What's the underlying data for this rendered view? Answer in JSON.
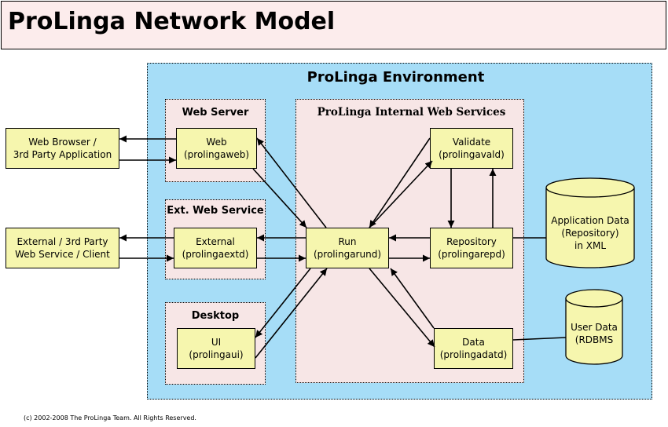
{
  "title": "ProLinga Network Model",
  "environment": {
    "title": "ProLinga Environment"
  },
  "groups": {
    "web_server": {
      "title": "Web Server"
    },
    "ext_web_service": {
      "title": "Ext. Web Service"
    },
    "desktop": {
      "title": "Desktop"
    },
    "internal": {
      "title": "ProLinga Internal Web Services"
    }
  },
  "nodes": {
    "web_browser": {
      "line1": "Web Browser /",
      "line2": "3rd Party Application"
    },
    "external_client": {
      "line1": "External / 3rd Party",
      "line2": "Web Service / Client"
    },
    "web": {
      "line1": "Web",
      "line2": "(prolingaweb)"
    },
    "external": {
      "line1": "External",
      "line2": "(prolingaextd)"
    },
    "ui": {
      "line1": "UI",
      "line2": "(prolingaui)"
    },
    "run": {
      "line1": "Run",
      "line2": "(prolingarund)"
    },
    "validate": {
      "line1": "Validate",
      "line2": "(prolingavald)"
    },
    "repository": {
      "line1": "Repository",
      "line2": "(prolingarepd)"
    },
    "data": {
      "line1": "Data",
      "line2": "(prolingadatd)"
    }
  },
  "databases": {
    "app_data": {
      "line1": "Application Data",
      "line2": "(Repository)",
      "line3": "in XML"
    },
    "user_data": {
      "line1": "User Data",
      "line2": "(RDBMS"
    }
  },
  "copyright": "(c) 2002-2008 The ProLinga Team. All Rights Reserved.",
  "colors": {
    "title_bg": "#fcecec",
    "environment_bg": "#a6ddf7",
    "group_bg": "#f7e6e6",
    "node_bg": "#f6f6ae"
  }
}
